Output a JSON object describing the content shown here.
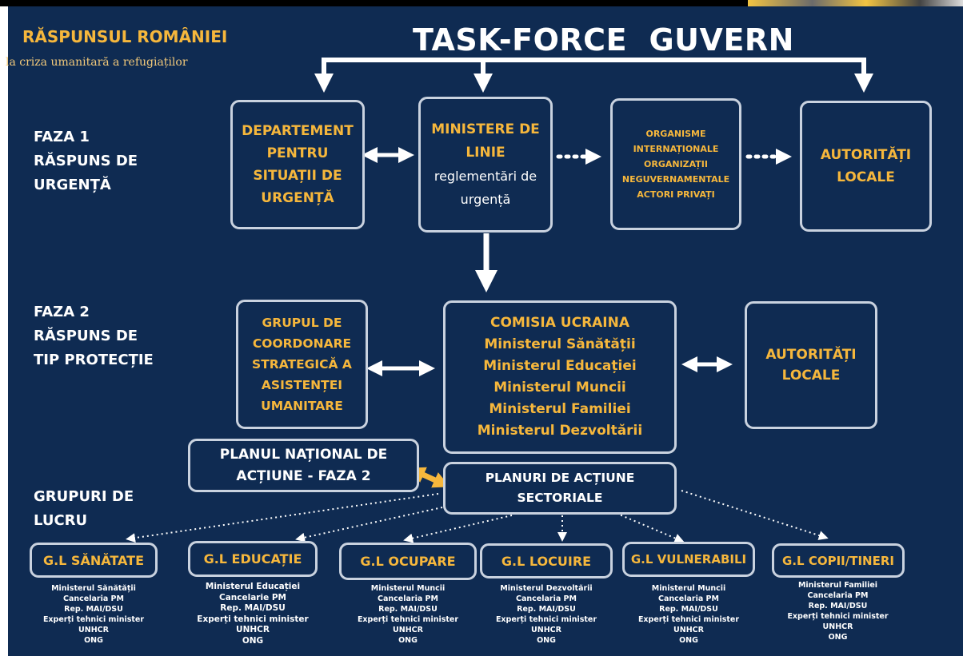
{
  "header": {
    "title": "RĂSPUNSUL ROMÂNIEI",
    "subtitle": "la criza umanitară a refugiaților",
    "main_title": "TASK-FORCE  GUVERN"
  },
  "phases": {
    "faza1": [
      "FAZA 1",
      "RĂSPUNS DE",
      "URGENȚĂ"
    ],
    "faza2": [
      "FAZA 2",
      "RĂSPUNS DE",
      "TIP PROTECȚIE"
    ],
    "grupuri": [
      "GRUPURI DE",
      "LUCRU"
    ]
  },
  "row1": {
    "dsu": [
      "DEPARTEMENT",
      "PENTRU",
      "SITUAȚII DE",
      "URGENȚĂ"
    ],
    "ministere_title": [
      "MINISTERE DE",
      "LINIE"
    ],
    "ministere_sub": [
      "reglementări de",
      "urgență"
    ],
    "organisme": [
      "ORGANISME",
      "INTERNAȚIONALE",
      "ORGANIZAȚII",
      "NEGUVERNAMENTALE",
      "ACTORI PRIVAȚI"
    ],
    "autoritati": [
      "AUTORITĂȚI",
      "LOCALE"
    ]
  },
  "row2": {
    "grupul": [
      "GRUPUL DE",
      "COORDONARE",
      "STRATEGICĂ A",
      "ASISTENȚEI",
      "UMANITARE"
    ],
    "comisia_title": "COMISIA UCRAINA",
    "comisia_items": [
      "Ministerul Sănătății",
      "Ministerul Educației",
      "Ministerul Muncii",
      "Ministerul Familiei",
      "Ministerul Dezvoltării"
    ],
    "autoritati": [
      "AUTORITĂȚI",
      "LOCALE"
    ]
  },
  "planuri": {
    "national": [
      "PLANUL NAȚIONAL DE",
      "ACȚIUNE - FAZA 2"
    ],
    "sectoriale": [
      "PLANURI DE ACȚIUNE",
      "SECTORIALE"
    ]
  },
  "groups": [
    {
      "label": "G.L SĂNĂTATE",
      "members": [
        "Ministerul Sănătății",
        "Cancelaria PM",
        "Rep. MAI/DSU",
        "Experți tehnici minister",
        "UNHCR",
        "ONG"
      ]
    },
    {
      "label": "G.L EDUCAȚIE",
      "members": [
        "Ministerul Educației",
        "Cancelarie PM",
        "Rep. MAI/DSU",
        "Experți tehnici minister",
        "UNHCR",
        "ONG"
      ]
    },
    {
      "label": "G.L OCUPARE",
      "members": [
        "Ministerul Muncii",
        "Cancelaria PM",
        "Rep. MAI/DSU",
        "Experți tehnici minister",
        "UNHCR",
        "ONG"
      ]
    },
    {
      "label": "G.L LOCUIRE",
      "members": [
        "Ministerul Dezvoltării",
        "Cancelaria PM",
        "Rep. MAI/DSU",
        "Experți tehnici minister",
        "UNHCR",
        "ONG"
      ]
    },
    {
      "label": "G.L VULNERABILI",
      "members": [
        "Ministerul Muncii",
        "Cancelaria PM",
        "Rep. MAI/DSU",
        "Experți tehnici minister",
        "UNHCR",
        "ONG"
      ]
    },
    {
      "label": "G.L COPII/TINERI",
      "members": [
        "Ministerul Familiei",
        "Cancelaria PM",
        "Rep. MAI/DSU",
        "Experți tehnici minister",
        "UNHCR",
        "ONG"
      ]
    }
  ],
  "colors": {
    "background": "#0f2b52",
    "accent_gold": "#f6b73c",
    "box_border": "#c9d2df",
    "arrow": "#ffffff"
  }
}
